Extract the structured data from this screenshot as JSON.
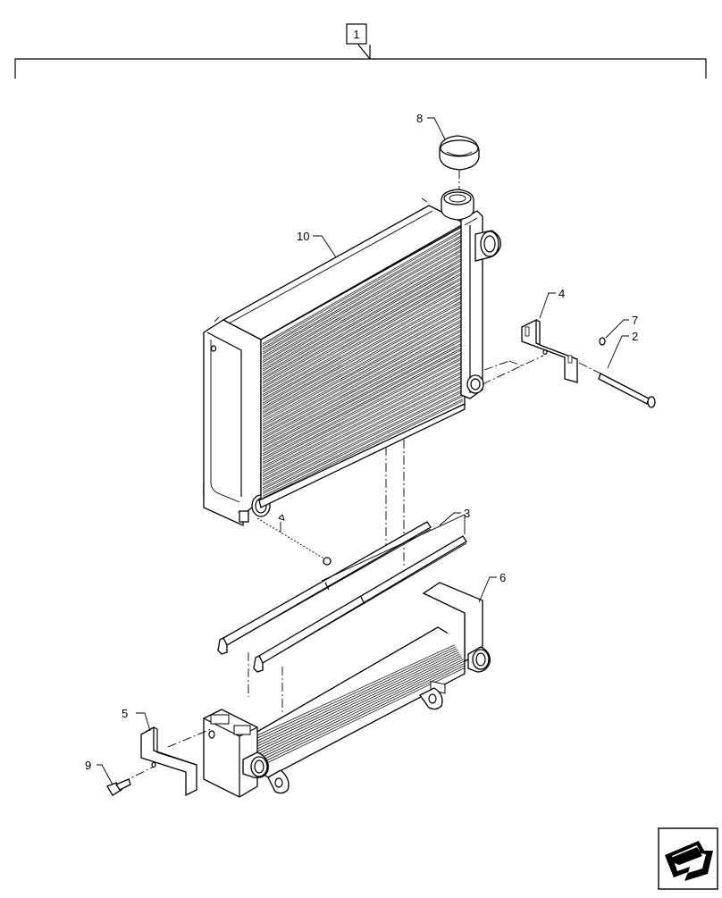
{
  "callouts": {
    "assembly": "1",
    "pin": "2",
    "seal_strips": "3",
    "bracket_upper": "4",
    "bracket_lower": "5",
    "oil_cooler": "6",
    "clip": "7",
    "cap": "8",
    "bolt": "9",
    "radiator": "10"
  },
  "icons": {
    "nav": "next-arrow-icon"
  }
}
